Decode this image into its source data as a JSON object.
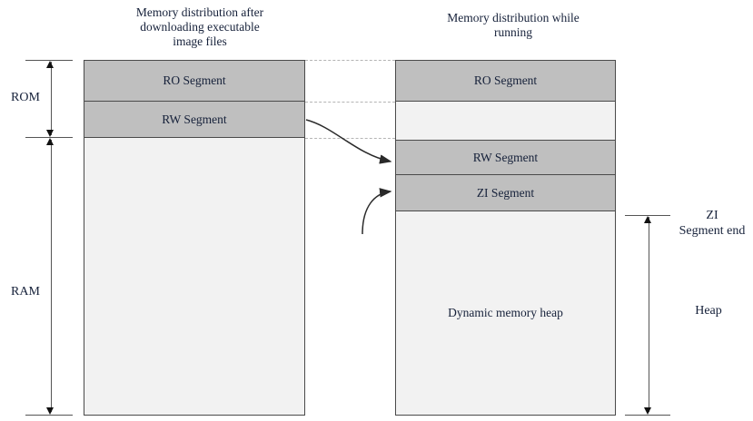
{
  "diagram": {
    "titles": {
      "left": "Memory distribution after\ndownloading executable\nimage files",
      "right": "Memory distribution while\nrunning"
    },
    "left_block": {
      "segments": [
        {
          "label": "RO Segment",
          "fill": "#bfbfbf"
        },
        {
          "label": "RW Segment",
          "fill": "#bfbfbf"
        },
        {
          "label": "",
          "fill": "#f2f2f2"
        }
      ]
    },
    "right_block": {
      "segments": [
        {
          "label": "RO Segment",
          "fill": "#bfbfbf"
        },
        {
          "label": "",
          "fill": "#f2f2f2"
        },
        {
          "label": "RW Segment",
          "fill": "#bfbfbf"
        },
        {
          "label": "ZI Segment",
          "fill": "#bfbfbf"
        },
        {
          "label": "Dynamic memory heap",
          "fill": "#f2f2f2"
        }
      ]
    },
    "left_measures": [
      {
        "name": "rom",
        "label": "ROM"
      },
      {
        "name": "ram",
        "label": "RAM"
      }
    ],
    "right_measures": [
      {
        "name": "zi-segment-end",
        "label": "ZI\nSegment end"
      },
      {
        "name": "heap",
        "label": "Heap"
      }
    ],
    "colors": {
      "segment_fill": "#bfbfbf",
      "empty_fill": "#f2f2f2",
      "border": "#4a4a4a",
      "guide": "#b4b4b4",
      "arrow": "#555555"
    }
  }
}
